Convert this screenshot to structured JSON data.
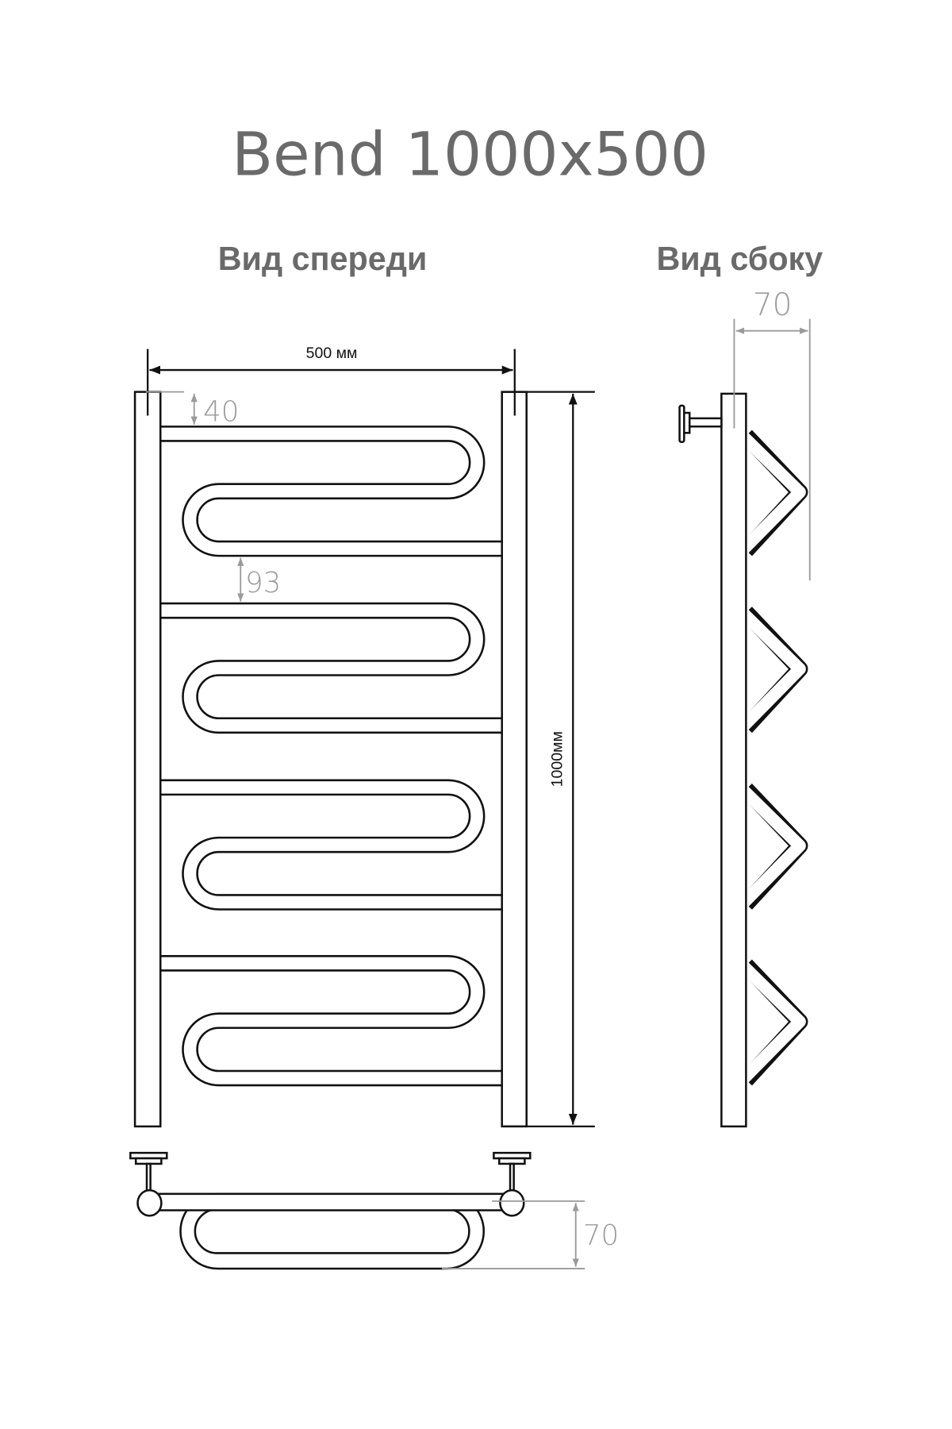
{
  "title": "Bend 1000x500",
  "views": {
    "front": "Вид спереди",
    "side": "Вид сбоку"
  },
  "dimensions": {
    "width": "500 мм",
    "height": "1000мм",
    "top_offset": "40",
    "rail_gap": "93",
    "side_depth": "70",
    "top_view_depth": "70"
  },
  "colors": {
    "title": "#6a6a6a",
    "line": "#111111",
    "dimension_gray": "#9a9a9a"
  }
}
